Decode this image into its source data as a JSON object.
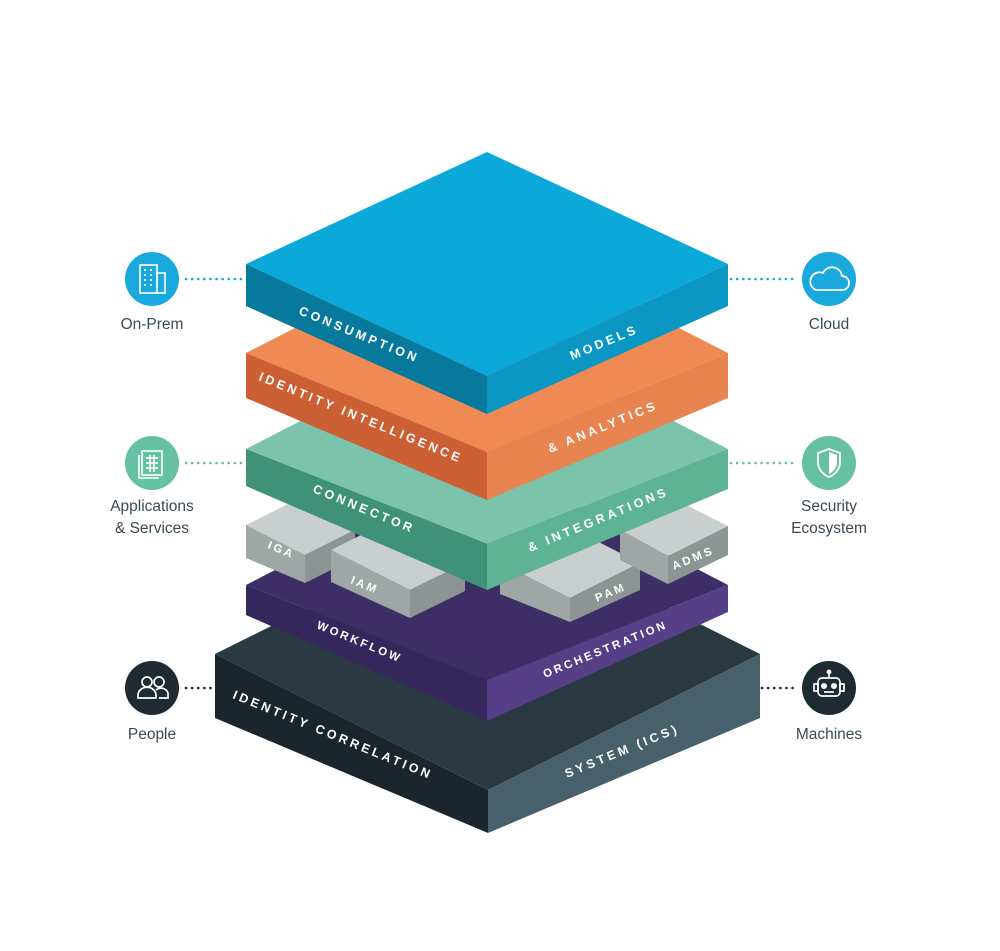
{
  "layers": {
    "consumption": {
      "left": "CONSUMPTION",
      "right": "MODELS",
      "color": "#08a5d8"
    },
    "intelligence": {
      "left": "IDENTITY INTELLIGENCE",
      "right": "& ANALYTICS",
      "color": "#ea7b45"
    },
    "connector": {
      "left": "CONNECTOR",
      "right": "& INTEGRATIONS",
      "color": "#5cb699"
    },
    "modules": {
      "iga": "IGA",
      "iam": "IAM",
      "pam": "PAM",
      "adms": "ADMS",
      "color": "#aab0b0"
    },
    "workflow": {
      "left": "WORKFLOW",
      "right": "ORCHESTRATION",
      "color": "#4a3a7a"
    },
    "ics": {
      "left": "IDENTITY CORRELATION",
      "right": "SYSTEM (ICS)",
      "color": "#1c2a32"
    }
  },
  "side": {
    "on_prem": {
      "label": "On-Prem",
      "icon": "building-icon",
      "color": "#1aa9dc"
    },
    "cloud": {
      "label": "Cloud",
      "icon": "cloud-icon",
      "color": "#1aa9dc"
    },
    "apps": {
      "label1": "Applications",
      "label2": "& Services",
      "icon": "grid-document-icon",
      "color": "#66c0a4"
    },
    "security": {
      "label1": "Security",
      "label2": "Ecosystem",
      "icon": "shield-icon",
      "color": "#66c0a4"
    },
    "people": {
      "label": "People",
      "icon": "people-icon",
      "color": "#1e2b33"
    },
    "machines": {
      "label": "Machines",
      "icon": "robot-icon",
      "color": "#1e2b33"
    }
  }
}
